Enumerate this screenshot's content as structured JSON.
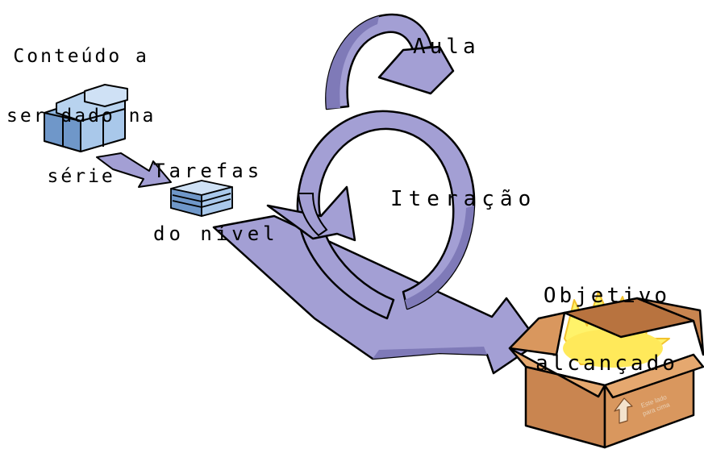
{
  "labels": {
    "content": [
      "Conteúdo a",
      "ser dado na",
      "série"
    ],
    "tasks": [
      "Tarefas",
      "do nível"
    ],
    "lesson": "Aula",
    "iteration": "Iteração",
    "goal": [
      "Objetivo",
      "alcançado"
    ]
  },
  "box_print": [
    "Este lado",
    "para cima"
  ],
  "colors": {
    "arrow_fill": "#a39fd4",
    "arrow_dark": "#7f7ab8",
    "blocks_fill": "#8eb5de",
    "blocks_dark": "#5f88bd",
    "box_fill": "#d9975e",
    "box_dark": "#b8733f",
    "glow": "#fff36a",
    "outline": "#000000"
  },
  "icons": [
    "stacked-blocks-icon",
    "paper-stack-icon",
    "open-box-icon",
    "up-arrow-icon"
  ]
}
